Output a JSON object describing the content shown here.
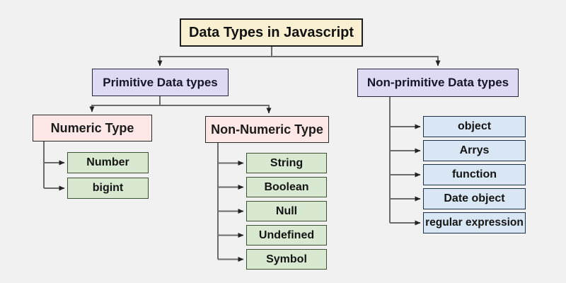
{
  "diagram": {
    "title": "Data Types in Javascript",
    "branches": {
      "primitive": {
        "label": "Primitive Data types",
        "children": {
          "numeric": {
            "label": "Numeric Type",
            "items": [
              "Number",
              "bigint"
            ]
          },
          "non_numeric": {
            "label": "Non-Numeric Type",
            "items": [
              "String",
              "Boolean",
              "Null",
              "Undefined",
              "Symbol"
            ]
          }
        }
      },
      "non_primitive": {
        "label": "Non-primitive Data types",
        "items": [
          "object",
          "Arrys",
          "function",
          "Date object",
          "regular expression"
        ]
      }
    }
  },
  "colors": {
    "background": "#f1f1f1",
    "title_fill": "#f9f0d2",
    "level2_fill": "#dfdaf3",
    "type_fill": "#fde8e7",
    "primitive_leaf_fill": "#d9e9d1",
    "non_primitive_leaf_fill": "#d9e6f3",
    "connector_line": "#6b6b6b",
    "arrowhead": "#222222"
  }
}
